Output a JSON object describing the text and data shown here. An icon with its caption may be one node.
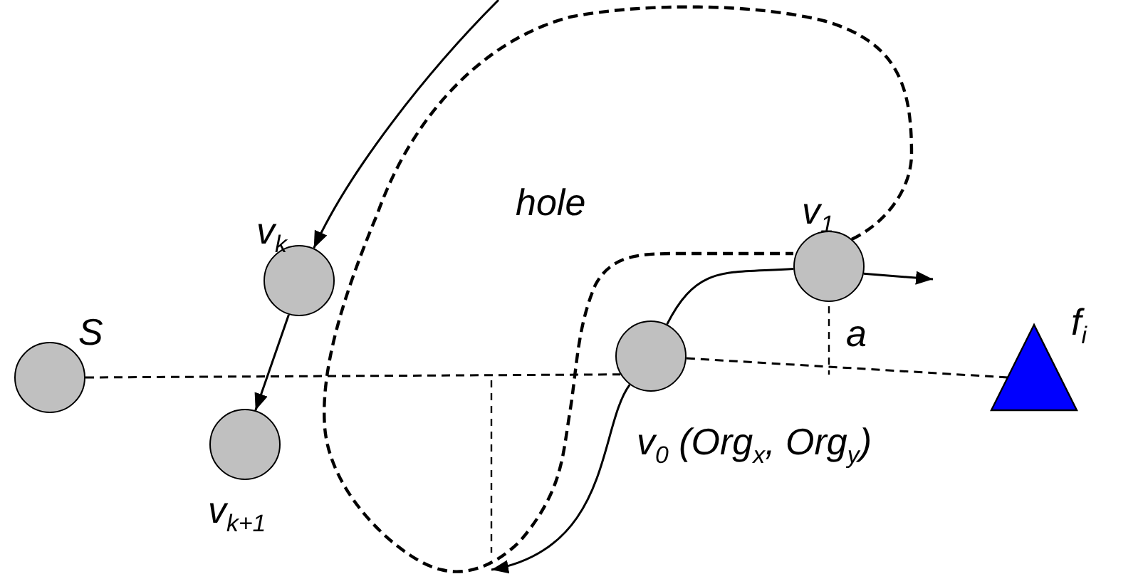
{
  "diagram": {
    "nodes": [
      {
        "text": [
          "S"
        ]
      },
      {
        "text": [
          "v$_{k}$"
        ]
      },
      {
        "text": [
          "v$_{k+1}$"
        ]
      },
      {
        "text": [
          "hole"
        ]
      },
      {
        "text": [
          "v$_{1}$"
        ]
      },
      {
        "text": [
          "v$_{0}$ (Org$_{x}$, Org$_{y}$)"
        ]
      },
      {
        "text": [
          "f$_{i}$"
        ]
      }
    ],
    "edges": [
      {
        "from": 0,
        "to": 5,
        "arrow": "none",
        "style": "dashed"
      },
      {
        "from": null,
        "to": 1,
        "arrow": "to"
      },
      {
        "from": 1,
        "to": 2,
        "arrow": "to"
      },
      {
        "from": 5,
        "to": 4,
        "arrow": "none"
      },
      {
        "from": 4,
        "to": null,
        "arrow": "to"
      },
      {
        "from": 5,
        "to": null,
        "arrow": "to"
      },
      {
        "from": 5,
        "to": 6,
        "arrow": "none",
        "style": "dashed"
      }
    ],
    "labels": [
      "a"
    ]
  }
}
